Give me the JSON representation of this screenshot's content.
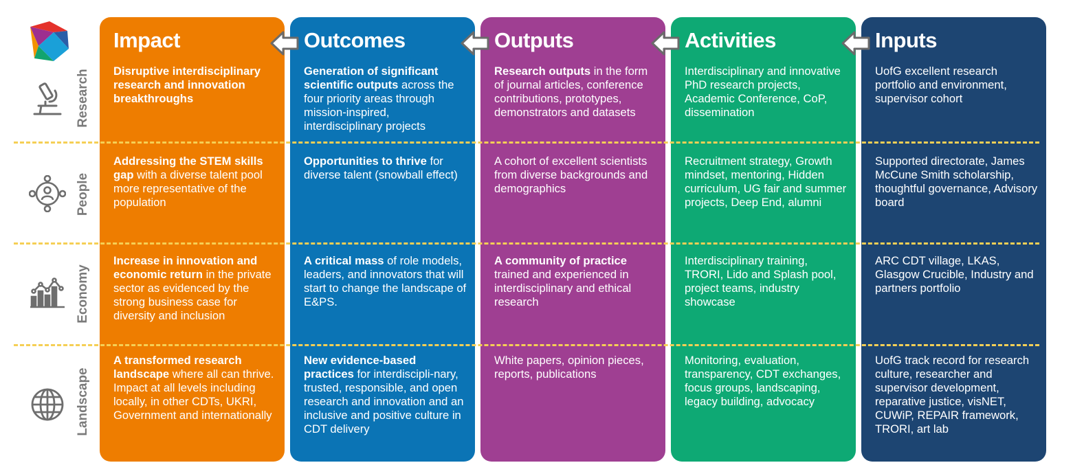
{
  "colors": {
    "impact": "#ee7d00",
    "outcomes": "#0b74b5",
    "outputs": "#9f3f92",
    "activities": "#0ea974",
    "inputs": "#1d4572",
    "divider": "#f5cf55",
    "label": "#7a7a7a",
    "arrow": "#6b6b6b"
  },
  "rows": [
    {
      "label": "Research",
      "icon": "microscope-icon"
    },
    {
      "label": "People",
      "icon": "people-network-icon"
    },
    {
      "label": "Economy",
      "icon": "bar-chart-icon"
    },
    {
      "label": "Landscape",
      "icon": "globe-icon"
    }
  ],
  "columns": [
    {
      "title": "Impact",
      "cells": [
        {
          "bold": "Disruptive interdisciplinary research and innovation breakthroughs",
          "text": ""
        },
        {
          "bold": "Addressing the STEM skills gap",
          "text": " with a diverse talent pool more representative of the population"
        },
        {
          "bold": "Increase in innovation and economic return",
          "text": " in the private sector as evidenced by the strong business case for diversity and inclusion"
        },
        {
          "bold": "A transformed research landscape",
          "text": " where all can thrive. Impact at all levels including locally, in other CDTs, UKRI, Government and internationally"
        }
      ]
    },
    {
      "title": "Outcomes",
      "cells": [
        {
          "bold": "Generation of significant scientific outputs",
          "text": " across the four priority areas through mission-inspired, interdisciplinary projects"
        },
        {
          "bold": "Opportunities to thrive",
          "text": " for diverse talent (snowball effect)"
        },
        {
          "bold": "A critical mass",
          "text": " of role models, leaders, and innovators that will start to change the landscape of E&PS."
        },
        {
          "bold": "New evidence-based practices",
          "text": " for interdiscipli-nary, trusted, responsible, and open research and innovation and an inclusive and positive culture in CDT delivery"
        }
      ]
    },
    {
      "title": "Outputs",
      "cells": [
        {
          "bold": "Research outputs",
          "text": " in the form of journal articles, conference contributions, prototypes, demonstrators and datasets"
        },
        {
          "bold": "",
          "text": "A cohort of excellent scientists from diverse backgrounds and demographics"
        },
        {
          "bold": "A community of practice",
          "text": " trained and experienced in interdisciplinary and ethical research"
        },
        {
          "bold": "",
          "text": "White papers, opinion pieces, reports, publications"
        }
      ]
    },
    {
      "title": "Activities",
      "cells": [
        {
          "bold": "",
          "text": "Interdisciplinary and innovative PhD research projects, Academic Conference, CoP, dissemination"
        },
        {
          "bold": "",
          "text": "Recruitment strategy, Growth mindset, mentoring, Hidden curriculum, UG fair and summer projects, Deep End, alumni"
        },
        {
          "bold": "",
          "text": "Interdisciplinary training, TRORI, Lido and Splash pool, project teams, industry showcase"
        },
        {
          "bold": "",
          "text": "Monitoring, evaluation, transparency, CDT exchanges, focus groups, landscaping, legacy building, advocacy"
        }
      ]
    },
    {
      "title": "Inputs",
      "cells": [
        {
          "bold": "",
          "text": "UofG excellent research portfolio and environment, supervisor cohort"
        },
        {
          "bold": "",
          "text": "Supported directorate, James McCune Smith scholarship, thoughtful governance, Advisory board"
        },
        {
          "bold": "",
          "text": "ARC CDT village, LKAS, Glasgow Crucible, Industry and partners portfolio"
        },
        {
          "bold": "",
          "text": "UofG track record for research culture, researcher and supervisor development, reparative justice, visNET, CUWiP, REPAIR framework, TRORI, art lab"
        }
      ]
    }
  ]
}
